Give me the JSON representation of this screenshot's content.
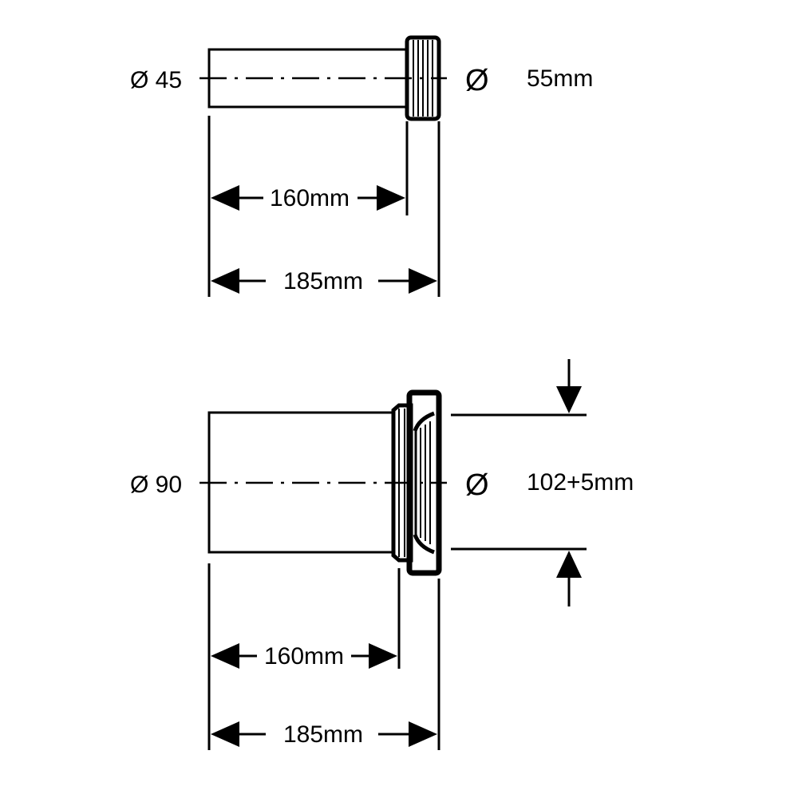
{
  "top_part": {
    "inner_diameter_label": "Ø 45",
    "outer_diameter_symbol": "Ø",
    "outer_diameter_value": "55mm",
    "length_short": "160mm",
    "length_total": "185mm"
  },
  "bottom_part": {
    "inner_diameter_label": "Ø 90",
    "outer_diameter_symbol": "Ø",
    "outer_diameter_value": "102+5mm",
    "length_short": "160mm",
    "length_total": "185mm"
  }
}
